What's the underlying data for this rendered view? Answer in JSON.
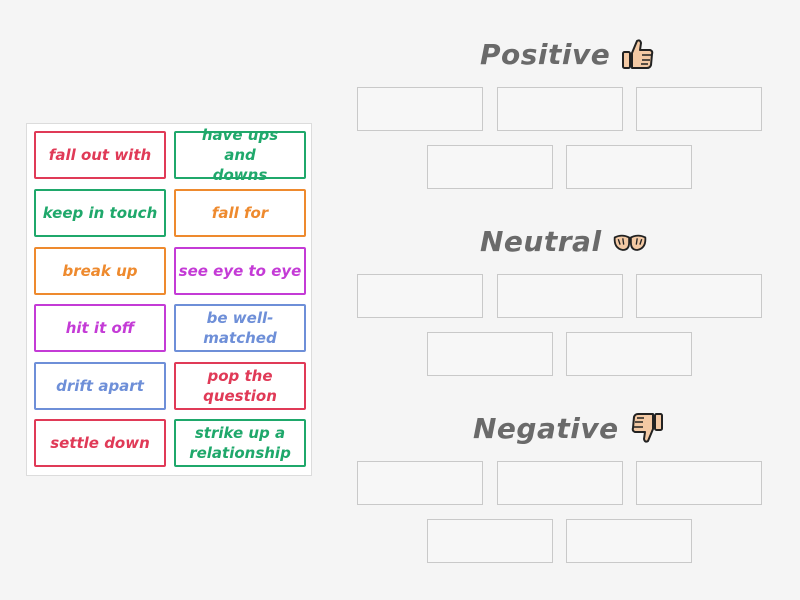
{
  "cards": [
    {
      "text": "fall out with",
      "color": "#e03a57"
    },
    {
      "text": "have ups and downs",
      "color": "#1fa86b"
    },
    {
      "text": "keep in touch",
      "color": "#1fa86b"
    },
    {
      "text": "fall for",
      "color": "#ee8a2e"
    },
    {
      "text": "break up",
      "color": "#ee8a2e"
    },
    {
      "text": "see eye to eye",
      "color": "#c43bd6"
    },
    {
      "text": "hit it off",
      "color": "#c43bd6"
    },
    {
      "text": "be well-matched",
      "color": "#6e8fd8"
    },
    {
      "text": "drift apart",
      "color": "#6e8fd8"
    },
    {
      "text": "pop the question",
      "color": "#e03a57"
    },
    {
      "text": "settle down",
      "color": "#e03a57"
    },
    {
      "text": "strike up a relationship",
      "color": "#1fa86b"
    }
  ],
  "groups": {
    "positive": {
      "title": "Positive",
      "icon": "thumbs-up-icon"
    },
    "neutral": {
      "title": "Neutral",
      "icon": "open-hands-icon"
    },
    "negative": {
      "title": "Negative",
      "icon": "thumbs-down-icon"
    }
  }
}
